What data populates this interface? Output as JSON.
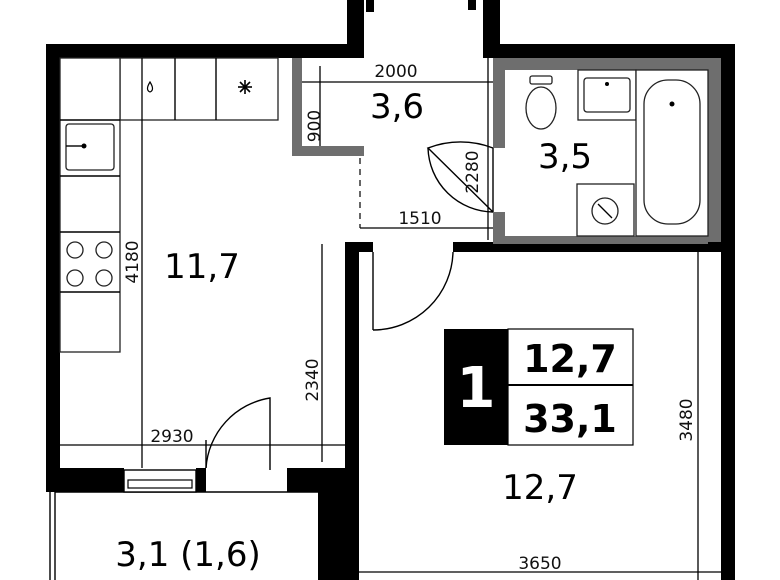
{
  "rooms": {
    "kitchen_area": "11,7",
    "hall_area": "3,6",
    "bath_area": "3,5",
    "living_area": "12,7",
    "balcony_area": "3,1 (1,6)"
  },
  "summary": {
    "rooms_count": "1",
    "living_area": "12,7",
    "total_area": "33,1"
  },
  "dimensions": {
    "hall_width": "2000",
    "hall_depth": "900",
    "door_height": "2280",
    "corridor_width": "1510",
    "kitchen_length": "4180",
    "kitchen_width": "2930",
    "kitchen_partial": "2340",
    "living_length": "3480",
    "living_width": "3650"
  },
  "colors": {
    "wall": "#000000",
    "wet_zone_wall": "#6e6e6e",
    "summary_box": "#000000"
  }
}
